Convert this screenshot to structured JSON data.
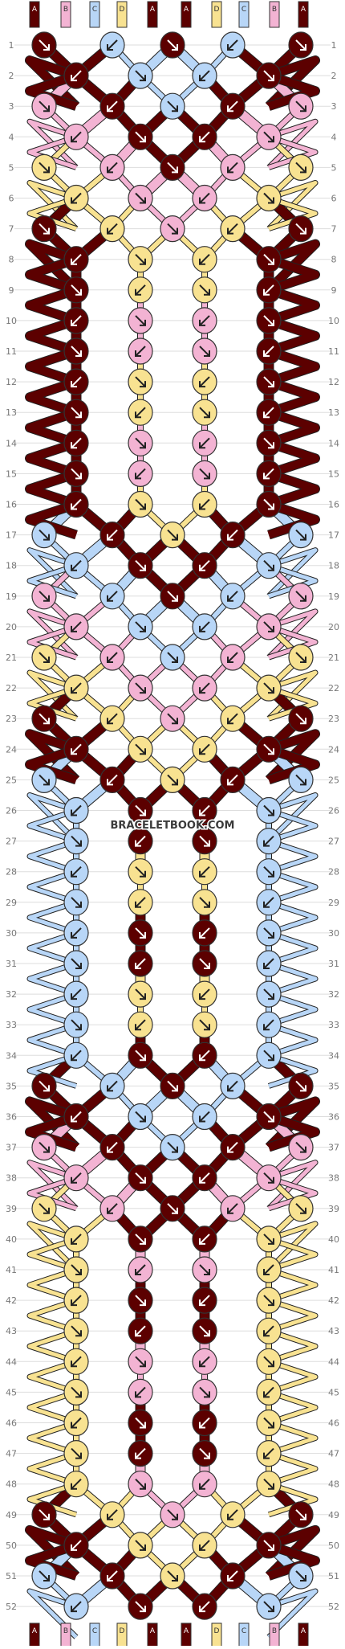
{
  "watermark": "BRACELETBOOK.COM",
  "colors": {
    "A": "#5c0000",
    "B": "#f3b3d3",
    "C": "#b8d6f7",
    "D": "#f8e291"
  },
  "strand_labels_top": [
    "A",
    "B",
    "C",
    "D",
    "A",
    "A",
    "D",
    "C",
    "B",
    "A"
  ],
  "strand_labels_bottom": [
    "A",
    "B",
    "C",
    "D",
    "A",
    "A",
    "D",
    "C",
    "B",
    "A"
  ],
  "row_count": 52,
  "row_numbers": [
    "1",
    "2",
    "3",
    "4",
    "5",
    "6",
    "7",
    "8",
    "9",
    "10",
    "11",
    "12",
    "13",
    "14",
    "15",
    "16",
    "17",
    "18",
    "19",
    "20",
    "21",
    "22",
    "23",
    "24",
    "25",
    "26",
    "27",
    "28",
    "29",
    "30",
    "31",
    "32",
    "33",
    "34",
    "35",
    "36",
    "37",
    "38",
    "39",
    "40",
    "41",
    "42",
    "43",
    "44",
    "45",
    "46",
    "47",
    "48",
    "49",
    "50",
    "51",
    "52"
  ],
  "knot_rows": [
    [
      "A",
      "C",
      "A",
      "C",
      "A"
    ],
    [
      "A",
      "C",
      "C",
      "A"
    ],
    [
      "B",
      "A",
      "C",
      "A",
      "B"
    ],
    [
      "B",
      "A",
      "A",
      "B"
    ],
    [
      "D",
      "B",
      "A",
      "B",
      "D"
    ],
    [
      "D",
      "B",
      "B",
      "D"
    ],
    [
      "A",
      "D",
      "B",
      "D",
      "A"
    ],
    [
      "A",
      "D",
      "D",
      "A"
    ],
    [
      "A",
      "D",
      "D",
      "A"
    ],
    [
      "A",
      "B",
      "B",
      "A"
    ],
    [
      "A",
      "B",
      "B",
      "A"
    ],
    [
      "A",
      "D",
      "D",
      "A"
    ],
    [
      "A",
      "D",
      "D",
      "A"
    ],
    [
      "A",
      "B",
      "B",
      "A"
    ],
    [
      "A",
      "B",
      "B",
      "A"
    ],
    [
      "A",
      "D",
      "D",
      "A"
    ],
    [
      "C",
      "A",
      "D",
      "A",
      "C"
    ],
    [
      "C",
      "A",
      "A",
      "C"
    ],
    [
      "B",
      "C",
      "A",
      "C",
      "B"
    ],
    [
      "B",
      "C",
      "C",
      "B"
    ],
    [
      "D",
      "B",
      "C",
      "B",
      "D"
    ],
    [
      "D",
      "B",
      "B",
      "D"
    ],
    [
      "A",
      "D",
      "B",
      "D",
      "A"
    ],
    [
      "A",
      "D",
      "D",
      "A"
    ],
    [
      "C",
      "A",
      "D",
      "A",
      "C"
    ],
    [
      "C",
      "A",
      "A",
      "C"
    ],
    [
      "C",
      "A",
      "A",
      "C"
    ],
    [
      "C",
      "D",
      "D",
      "C"
    ],
    [
      "C",
      "D",
      "D",
      "C"
    ],
    [
      "C",
      "A",
      "A",
      "C"
    ],
    [
      "C",
      "A",
      "A",
      "C"
    ],
    [
      "C",
      "D",
      "D",
      "C"
    ],
    [
      "C",
      "D",
      "D",
      "C"
    ],
    [
      "C",
      "A",
      "A",
      "C"
    ],
    [
      "A",
      "C",
      "A",
      "C",
      "A"
    ],
    [
      "A",
      "C",
      "C",
      "A"
    ],
    [
      "B",
      "A",
      "C",
      "A",
      "B"
    ],
    [
      "B",
      "A",
      "A",
      "B"
    ],
    [
      "D",
      "B",
      "A",
      "B",
      "D"
    ],
    [
      "D",
      "A",
      "A",
      "D"
    ],
    [
      "D",
      "B",
      "B",
      "D"
    ],
    [
      "D",
      "A",
      "A",
      "D"
    ],
    [
      "D",
      "A",
      "A",
      "D"
    ],
    [
      "D",
      "B",
      "B",
      "D"
    ],
    [
      "D",
      "B",
      "B",
      "D"
    ],
    [
      "D",
      "A",
      "A",
      "D"
    ],
    [
      "D",
      "A",
      "A",
      "D"
    ],
    [
      "D",
      "B",
      "B",
      "D"
    ],
    [
      "A",
      "D",
      "B",
      "D",
      "A"
    ],
    [
      "A",
      "D",
      "D",
      "A"
    ],
    [
      "C",
      "A",
      "D",
      "A",
      "C"
    ],
    [
      "C",
      "A",
      "A",
      "C"
    ]
  ]
}
